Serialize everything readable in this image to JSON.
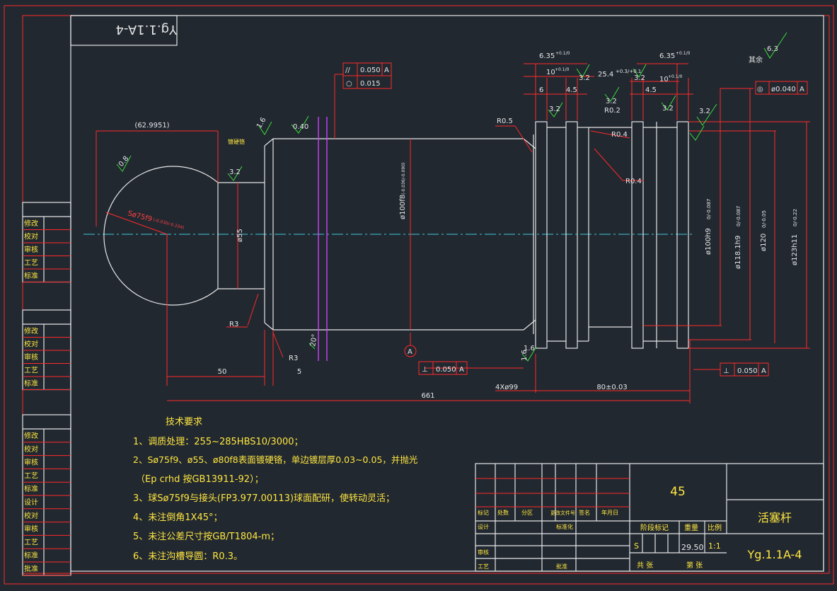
{
  "drawing": {
    "number_mirrored": "Yg.1.1A-4",
    "material": "45",
    "part_name": "活塞杆",
    "drawing_number": "Yg.1.1A-4",
    "weight": "29.50",
    "scale": "1:1",
    "stage_mark": "S"
  },
  "left_strip": {
    "block1": [
      "修改",
      "校对",
      "审核",
      "工艺",
      "标准"
    ],
    "block2": [
      "修改",
      "校对",
      "审核",
      "工艺",
      "标准"
    ],
    "block3": [
      "修改",
      "校对",
      "审核",
      "工艺",
      "标准",
      "设计",
      "校对",
      "审核",
      "工艺",
      "标准",
      "批准"
    ]
  },
  "title_block": {
    "header": [
      "标记",
      "处数",
      "分区",
      "更改文件号",
      "签名",
      "年月日"
    ],
    "design": "设计",
    "standardize": "标准化",
    "review": "审核",
    "process": "工艺",
    "approve": "批准",
    "stage_mark_label": "阶段标记",
    "weight_label": "重量",
    "scale_label": "比例",
    "total_sheets": "共  张",
    "sheet_no": "第 张"
  },
  "tech_requirements": {
    "title": "技术要求",
    "items": [
      "1、调质处理：255~285HBS10/3000；",
      "2、Sø75f9、ø55、ø80f8表面镀硬铬，单边镀层厚0.03~0.05，并抛光",
      "（Ep crhd 按GB13911-92）；",
      "3、球Sø75f9与接头(FP3.977.00113)球面配研，使转动灵活；",
      "4、未注倒角1X45°；",
      "5、未注公差尺寸按GB/T1804-m；",
      "6、未注沟槽导圆：R0.3。"
    ]
  },
  "dimensions": {
    "d_62": "(62.9951)",
    "ball": "Sø75f9",
    "ball_tol": "(-0.030/-0.104)",
    "d55": "ø55",
    "d100": "ø100f8",
    "d100_tol": "(-0.036/-0.090)",
    "d100h9": "ø100h9",
    "d100h9_tol": "0/-0.087",
    "d118": "ø118.1h9",
    "d118_tol": "0/-0.087",
    "d120": "ø120",
    "d120_tol": "0/-0.05",
    "d123": "ø123h11",
    "d123_tol": "0/-0.22",
    "len50": "50",
    "len5": "5",
    "len661": "661",
    "len4x99": "4Xø99",
    "len80": "80±0.03",
    "r3a": "R3",
    "r3b": "R3",
    "r05": "R0.5",
    "r02": "R0.2",
    "r04a": "R0.4",
    "r04b": "R0.4",
    "d635a": "6.35",
    "d635a_tol": "+0.1/0",
    "d635b": "6.35",
    "d635b_tol": "+0.1/0",
    "d10a": "10",
    "d10a_tol": "+0.1/0",
    "d10b": "10",
    "d10b_tol": "+0.1/0",
    "d254": "25.4",
    "d254_tol": "+0.3/+0.1",
    "d45a": "4.5",
    "d45b": "4.5",
    "d6": "6",
    "angle20": "20°",
    "chamfer16": "1.6"
  },
  "roughness": {
    "r08": "0.8",
    "r16a": "1.6",
    "r040": "0.40",
    "r32a": "3.2",
    "r32b": "3.2",
    "r32c": "3.2",
    "r32d": "3.2",
    "r32e": "3.2",
    "r32f": "3.2",
    "r32g": "3.2",
    "r16b": "1.6",
    "rest_label": "其余",
    "rest_value": "6.3",
    "plating_note": "镀硬铬"
  },
  "gdt": {
    "parallel": {
      "symbol": "//",
      "value": "0.050",
      "datum": "A"
    },
    "circularity": {
      "symbol": "○",
      "value": "0.015"
    },
    "concentric": {
      "symbol": "◎",
      "value": "ø0.040",
      "datum": "A"
    },
    "perp1": {
      "symbol": "⊥",
      "value": "0.050",
      "datum": "A"
    },
    "perp2": {
      "symbol": "⊥",
      "value": "0.050",
      "datum": "A"
    },
    "datum_marker": "A"
  }
}
